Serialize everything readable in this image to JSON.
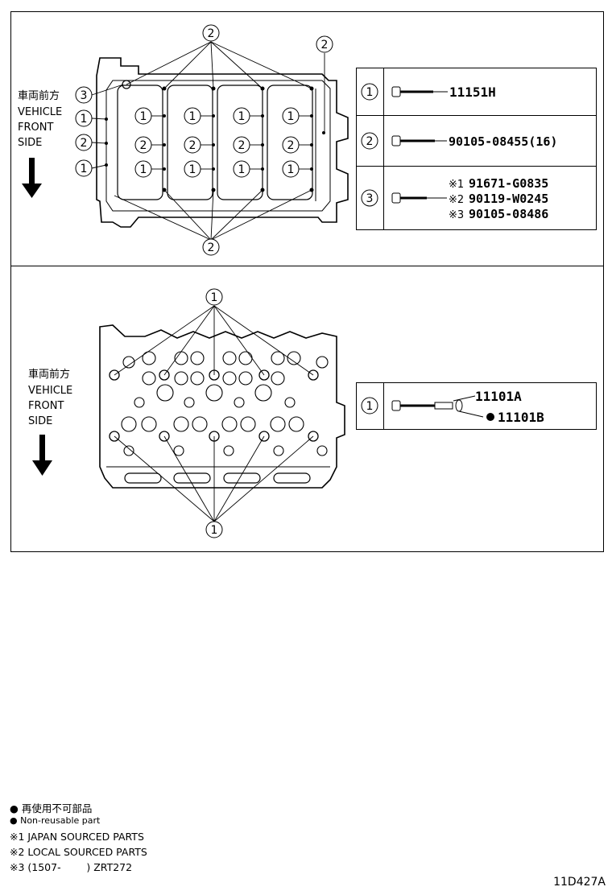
{
  "diagrams": [
    {
      "direction_jp": "車両前方",
      "direction_en": [
        "VEHICLE",
        "FRONT",
        "SIDE"
      ],
      "legend": [
        {
          "ref": "1",
          "parts": [
            "11151H"
          ]
        },
        {
          "ref": "2",
          "parts": [
            "90105-08455(16)"
          ]
        },
        {
          "ref": "3",
          "marks": [
            "※1",
            "※2",
            "※3"
          ],
          "parts": [
            "91671-G0835",
            "90119-W0245",
            "90105-08486"
          ]
        }
      ]
    },
    {
      "direction_jp": "車両前方",
      "direction_en": [
        "VEHICLE",
        "FRONT",
        "SIDE"
      ],
      "legend": [
        {
          "ref": "1",
          "parts": [
            "11101A",
            "11101B"
          ]
        }
      ]
    }
  ],
  "notes": [
    "● 再使用不可部品",
    "● Non-reusable part",
    "※1 JAPAN SOURCED PARTS",
    "※2 LOCAL SOURCED PARTS",
    "※3 (1507-        ) ZRT272"
  ],
  "drawing_code": "11D427A",
  "icons": {
    "arrow": "down-arrow-icon",
    "bolt": "bolt-icon",
    "callout": "circled-number"
  }
}
